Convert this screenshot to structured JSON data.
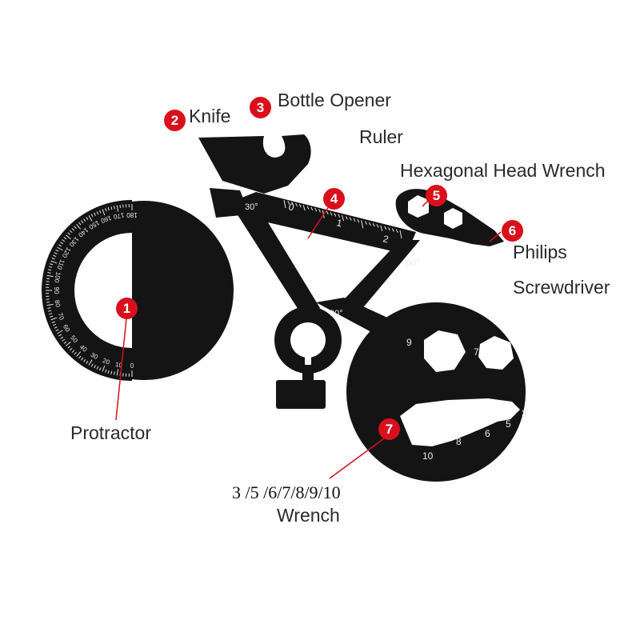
{
  "accent_color": "#d9101c",
  "tool_color": "#141414",
  "callouts": [
    {
      "number": "1",
      "label": "Protractor"
    },
    {
      "number": "2",
      "label": "Knife"
    },
    {
      "number": "3",
      "label": "Bottle Opener"
    },
    {
      "number": "4",
      "label": "Ruler"
    },
    {
      "number": "5",
      "label": "Hexagonal Head Wrench"
    },
    {
      "number": "6",
      "label_line1": "Philips",
      "label_line2": "Screwdriver"
    },
    {
      "number": "7",
      "label_line1": "3 /5 /6/7/8/9/10",
      "label_line2": "Wrench"
    }
  ],
  "engravings": {
    "angles": [
      "30°",
      "60°",
      "90°"
    ],
    "ruler_marks": [
      "0",
      "1",
      "2"
    ],
    "wrench_sizes": [
      "9",
      "7",
      "3",
      "5",
      "6",
      "8",
      "10"
    ],
    "protractor_ticks": [
      "0",
      "10",
      "20",
      "30",
      "40",
      "50",
      "60",
      "70",
      "80",
      "90",
      "100",
      "110",
      "120",
      "130",
      "140",
      "150",
      "160",
      "170",
      "180"
    ]
  }
}
